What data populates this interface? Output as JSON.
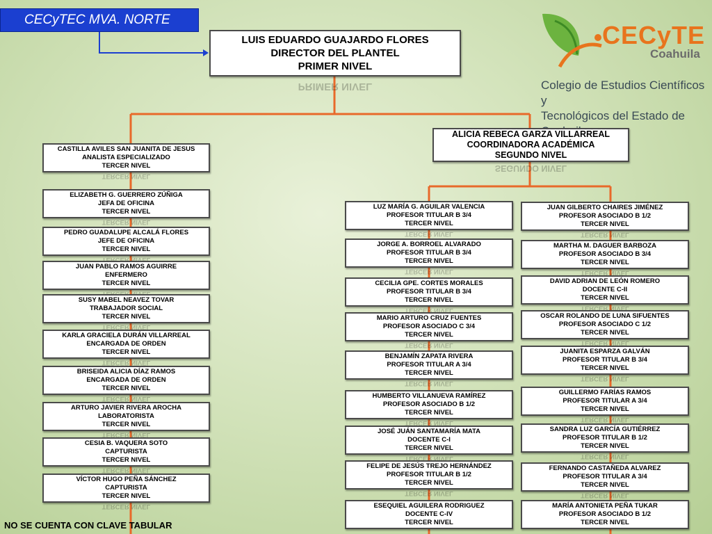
{
  "header": {
    "title": "CECyTEC MVA. NORTE"
  },
  "logo": {
    "brand": "CECyTE",
    "region": "Coahuila",
    "description_line1": "Colegio de Estudios Científicos y",
    "description_line2": "Tecnológicos del Estado de Coahuila"
  },
  "director": {
    "name": "LUIS EDUARDO GUAJARDO FLORES",
    "role": "DIRECTOR DEL PLANTEL",
    "level": "PRIMER NIVEL"
  },
  "coordinator": {
    "name": "ALICIA REBECA GARZA VILLARREAL",
    "role": "COORDINADORA ACADÉMICA",
    "level": "SEGUNDO NIVEL"
  },
  "left_staff": [
    {
      "name": "CASTILLA AVILES SAN JUANITA DE JESUS",
      "role": "ANALISTA ESPECIALIZADO",
      "level": "TERCER NIVEL"
    },
    {
      "name": "ELIZABETH G. GUERRERO ZÚÑIGA",
      "role": "JEFA DE OFICINA",
      "level": "TERCER NIVEL"
    },
    {
      "name": "PEDRO GUADALUPE ALCALÁ FLORES",
      "role": "JEFE DE OFICINA",
      "level": "TERCER NIVEL"
    },
    {
      "name": "JUAN PABLO RAMOS AGUIRRE",
      "role": "ENFERMERO",
      "level": "TERCER NIVEL"
    },
    {
      "name": "SUSY MABEL NEAVEZ TOVAR",
      "role": "TRABAJADOR SOCIAL",
      "level": "TERCER NIVEL"
    },
    {
      "name": "KARLA GRACIELA DURÁN VILLARREAL",
      "role": "ENCARGADA DE ORDEN",
      "level": "TERCER NIVEL"
    },
    {
      "name": "BRISEIDA ALICIA DÍAZ RAMOS",
      "role": "ENCARGADA DE ORDEN",
      "level": "TERCER NIVEL"
    },
    {
      "name": "ARTURO JAVIER RIVERA  AROCHA",
      "role": "LABORATORISTA",
      "level": "TERCER NIVEL"
    },
    {
      "name": "CESIA B. VAQUERA SOTO",
      "role": "CAPTURISTA",
      "level": "TERCER NIVEL"
    },
    {
      "name": "VÍCTOR HUGO PEÑA SÁNCHEZ",
      "role": "CAPTURISTA",
      "level": "TERCER NIVEL"
    }
  ],
  "center_staff": [
    {
      "name": "LUZ MARÍA G.  AGUILAR VALENCIA",
      "role": "PROFESOR TITULAR B 3/4",
      "level": "TERCER NIVEL"
    },
    {
      "name": "JORGE A. BORROEL ALVARADO",
      "role": "PROFESOR TITULAR B 3/4",
      "level": "TERCER NIVEL"
    },
    {
      "name": "CECILIA  GPE. CORTES MORALES",
      "role": "PROFESOR TITULAR B 3/4",
      "level": "TERCER NIVEL"
    },
    {
      "name": "MARIO ARTURO CRUZ FUENTES",
      "role": "PROFESOR ASOCIADO C 3/4",
      "level": "TERCER NIVEL"
    },
    {
      "name": "BENJAMÍN ZAPATA RIVERA",
      "role": "PROFESOR TITULAR A 3/4",
      "level": "TERCER NIVEL"
    },
    {
      "name": "HUMBERTO VILLANUEVA RAMÍREZ",
      "role": "PROFESOR ASOCIADO B 1/2",
      "level": "TERCER NIVEL"
    },
    {
      "name": "JOSÉ JUÁN SANTAMARÍA MATA",
      "role": "DOCENTE C-I",
      "level": "TERCER NIVEL"
    },
    {
      "name": "FELIPE DE JESÚS TREJO HERNÁNDEZ",
      "role": "PROFESOR TITULAR B 1/2",
      "level": "TERCER NIVEL"
    },
    {
      "name": "ESEQUIEL AGUILERA RODRIGUEZ",
      "role": "DOCENTE C-IV",
      "level": "TERCER NIVEL"
    }
  ],
  "right_staff": [
    {
      "name": "JUAN GILBERTO CHAIRES JIMÉNEZ",
      "role": "PROFESOR ASOCIADO B 1/2",
      "level": "TERCER NIVEL"
    },
    {
      "name": "MARTHA M. DAGUER  BARBOZA",
      "role": "PROFESOR ASOCIADO B 3/4",
      "level": "TERCER NIVEL"
    },
    {
      "name": "DAVID ADRIAN DE LEÓN ROMERO",
      "role": "DOCENTE C-II",
      "level": "TERCER NIVEL"
    },
    {
      "name": "OSCAR ROLANDO DE LUNA SIFUENTES",
      "role": "PROFESOR ASOCIADO C 1/2",
      "level": "TERCER NIVEL"
    },
    {
      "name": "JUANITA ESPARZA GALVÁN",
      "role": "PROFESOR TITULAR B 3/4",
      "level": "TERCER NIVEL"
    },
    {
      "name": "GUILLERMO FARÍAS RAMOS",
      "role": "PROFESOR TITULAR A 3/4",
      "level": "TERCER NIVEL"
    },
    {
      "name": "SANDRA LUZ GARCÍA GUTIÉRREZ",
      "role": "PROFESOR TITULAR B 1/2",
      "level": "TERCER NIVEL"
    },
    {
      "name": "FERNANDO CASTAÑEDA ALVAREZ",
      "role": "PROFESOR TITULAR A 3/4",
      "level": "TERCER NIVEL"
    },
    {
      "name": "MARÍA ANTONIETA PEÑA TUKAR",
      "role": "PROFESOR ASOCIADO B 1/2",
      "level": "TERCER NIVEL"
    }
  ],
  "footer": {
    "note": "NO SE CUENTA CON CLAVE TABULAR"
  },
  "colors": {
    "title_bg": "#1b3fd0",
    "connector": "#e8692a",
    "logo_orange": "#e8741d",
    "logo_green": "#6cb33f"
  }
}
